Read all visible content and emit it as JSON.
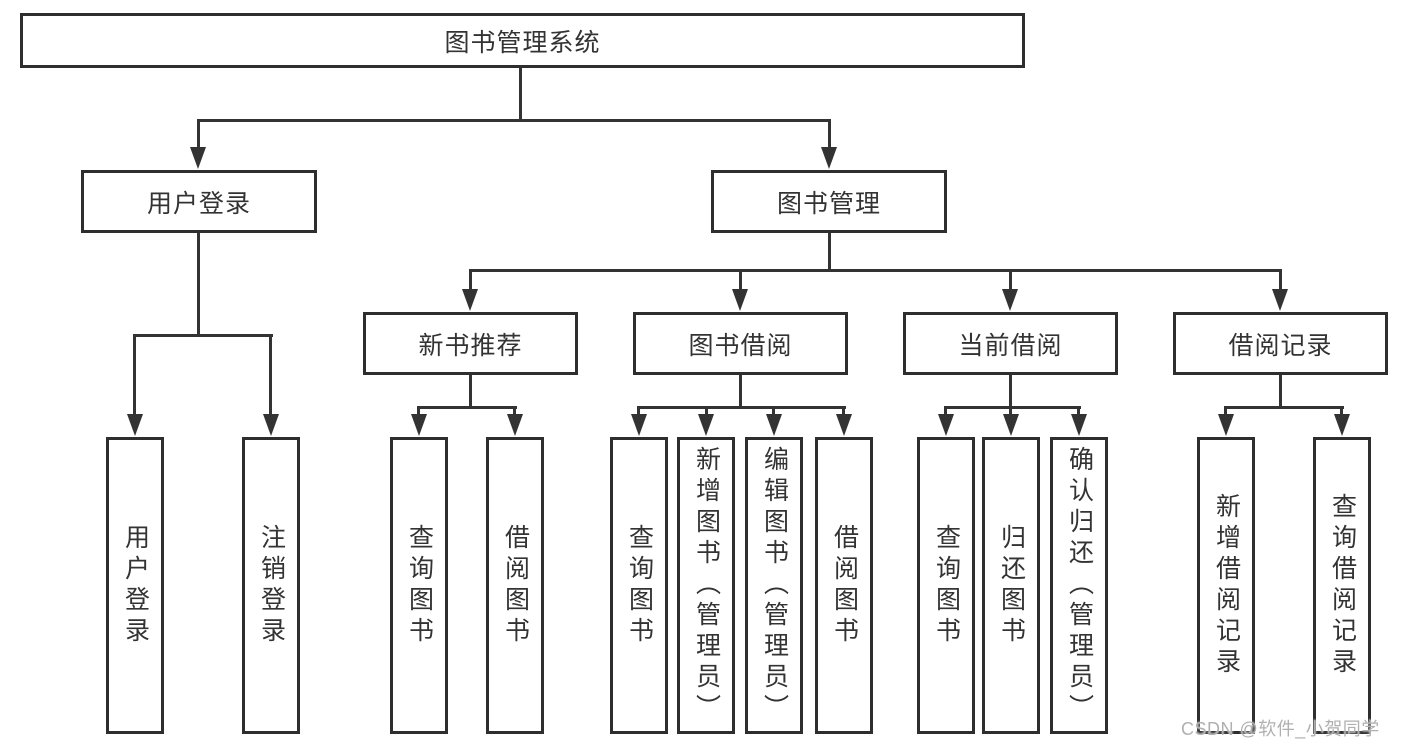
{
  "colors": {
    "line": "#333333",
    "border": "#2e2e2e",
    "text": "#333333",
    "watermark": "#b0b0b0",
    "box_background": "#ffffff",
    "background": "#ffffff"
  },
  "diagram": {
    "root": {
      "label": "图书管理系统"
    },
    "level2": [
      {
        "label": "用户登录"
      },
      {
        "label": "图书管理"
      }
    ],
    "level3": [
      {
        "label": "新书推荐"
      },
      {
        "label": "图书借阅"
      },
      {
        "label": "当前借阅"
      },
      {
        "label": "借阅记录"
      }
    ],
    "leaves": {
      "user_login": [
        {
          "label": "用户登录"
        },
        {
          "label": "注销登录"
        }
      ],
      "new_book": [
        {
          "label": "查询图书"
        },
        {
          "label": "借阅图书"
        }
      ],
      "book_borrow": [
        {
          "label": "查询图书"
        },
        {
          "label": "新增图书（管理员）"
        },
        {
          "label": "编辑图书（管理员）"
        },
        {
          "label": "借阅图书"
        }
      ],
      "current_borrow": [
        {
          "label": "查询图书"
        },
        {
          "label": "归还图书"
        },
        {
          "label": "确认归还（管理员）"
        }
      ],
      "borrow_record": [
        {
          "label": "新增借阅记录"
        },
        {
          "label": "查询借阅记录"
        }
      ]
    }
  },
  "watermark": {
    "text": "CSDN @软件_小贺同学"
  }
}
